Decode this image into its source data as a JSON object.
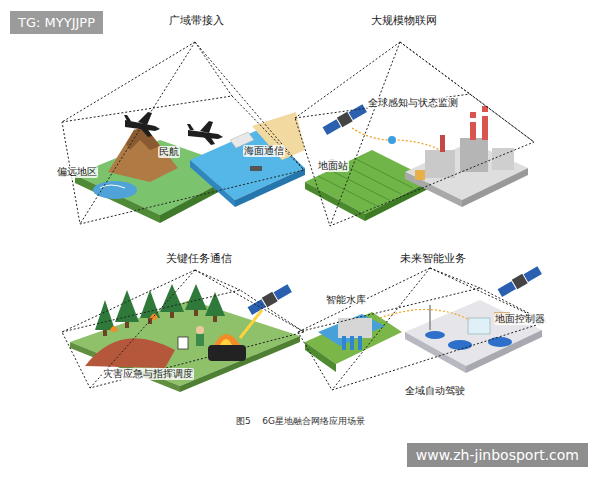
{
  "diagram": {
    "caption": "图5    6G星地融合网络应用场景",
    "nodes": [
      {
        "text": [
          "广域带接入",
          "偏远地区",
          "民航",
          "海面通信"
        ]
      },
      {
        "text": [
          "大规模物联网",
          "全球感知与状态监测",
          "地面站"
        ]
      },
      {
        "text": [
          "关键任务通信",
          "灾害应急与指挥调度"
        ]
      },
      {
        "text": [
          "未来智能业务",
          "智能水库",
          "地面控制器",
          "全域自动驾驶"
        ]
      }
    ],
    "labels": [
      "TG: MYYJJPP",
      "www.zh-jinbosport.com"
    ]
  }
}
